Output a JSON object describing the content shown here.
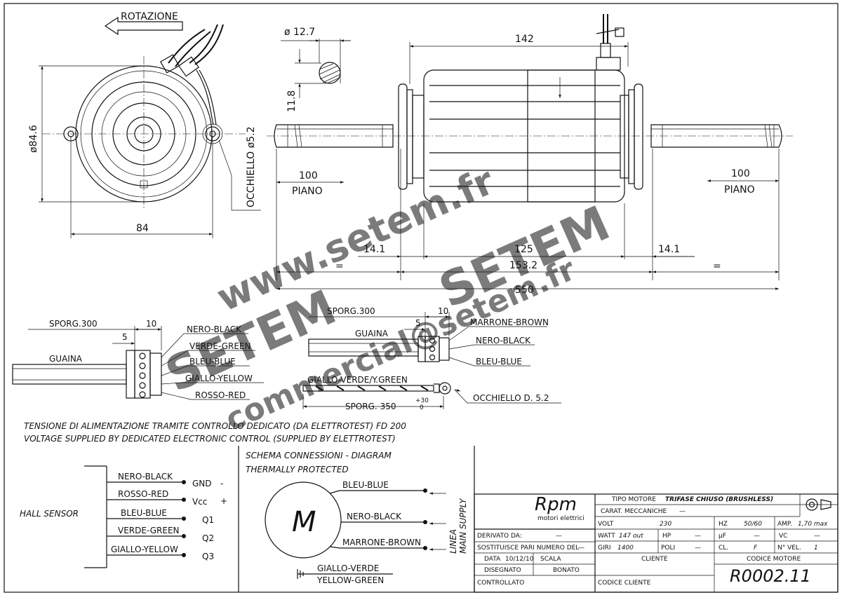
{
  "watermark": {
    "site": "www.setem.fr",
    "brand1": "SETEM",
    "brand2": "SETEM",
    "email": "commercial@setem.fr"
  },
  "front_view": {
    "rotation": "ROTAZIONE",
    "diameter": "ø84.6",
    "width": "84",
    "eyelet": "OCCHIELLO ø5.2"
  },
  "side_view": {
    "shaft_diameter": "ø 12.7",
    "flat": "11.8",
    "dim_142": "142",
    "dim_100_left": "100",
    "piano_left": "PIANO",
    "dim_100_right": "100",
    "piano_right": "PIANO",
    "dim_14_1_left": "14.1",
    "dim_125": "125",
    "dim_14_1_right": "14.1",
    "dim_153_2": "153.2",
    "dim_550": "550",
    "equal_left": "=",
    "equal_right": "="
  },
  "cable_left": {
    "sporg": "SPORG.300",
    "dim_10": "10",
    "dim_5": "5",
    "guaina": "GUAINA",
    "wires": [
      "NERO-BLACK",
      "VERDE-GREEN",
      "BLEU-BLUE",
      "GIALLO-YELLOW",
      "ROSSO-RED"
    ]
  },
  "cable_right": {
    "sporg": "SPORG.300",
    "dim_10": "10",
    "dim_5": "5",
    "guaina": "GUAINA",
    "wires": [
      "MARRONE-BROWN",
      "NERO-BLACK",
      "BLEU-BLUE"
    ],
    "ground": "GIALLO-VERDE/Y.GREEN",
    "sporg_350": "SPORG. 350",
    "tol_plus": "+30",
    "tol_zero": "0",
    "eyelet": "OCCHIELLO D. 5.2"
  },
  "notes": {
    "line1": "TENSIONE DI ALIMENTAZIONE TRAMITE CONTROLLO DEDICATO (DA ELETTROTEST) FD 200",
    "line2": "VOLTAGE SUPPLIED BY DEDICATED ELECTRONIC CONTROL (SUPPLIED BY ELETTROTEST)"
  },
  "hall": {
    "title": "HALL SENSOR",
    "wires": [
      "NERO-BLACK",
      "ROSSO-RED",
      "BLEU-BLUE",
      "VERDE-GREEN",
      "GIALLO-YELLOW"
    ],
    "signals": [
      "GND",
      "Vcc",
      "Q1",
      "Q2",
      "Q3"
    ],
    "sign_minus": "-",
    "sign_plus": "+"
  },
  "schema": {
    "title1": "SCHEMA CONNESSIONI - DIAGRAM",
    "title2": "THERMALLY PROTECTED",
    "motor": "M",
    "wires": [
      "BLEU-BLUE",
      "NERO-BLACK",
      "MARRONE-BROWN"
    ],
    "linea": "LINEA",
    "supply": "MAIN SUPPLY",
    "ground1": "GIALLO-VERDE",
    "ground2": "YELLOW-GREEN"
  },
  "title_block": {
    "logo": "Rpm",
    "logo_sub": "motori elettrici",
    "tipo_label": "TIPO MOTORE",
    "tipo_value": "TRIFASE CHIUSO (BRUSHLESS)",
    "carat_label": "CARAT. MECCANICHE",
    "carat_value": "—",
    "volt_label": "VOLT",
    "volt_value": "230",
    "hz_label": "HZ",
    "hz_value": "50/60",
    "amp_label": "AMP.",
    "amp_value": "1,70 max",
    "watt_label": "WATT",
    "watt_value": "147 out",
    "hp_label": "HP",
    "hp_value": "—",
    "uf_label": "µF",
    "uf_value": "—",
    "vc_label": "VC",
    "vc_value": "—",
    "giri_label": "GIRI",
    "giri_value": "1400",
    "poli_label": "POLI",
    "poli_value": "—",
    "cl_label": "CL.",
    "cl_value": "F",
    "nvel_label": "N° VEL.",
    "nvel_value": "1",
    "derivato_label": "DERIVATO DA:",
    "derivato_value": "—",
    "sostituisce_label": "SOSTITUISCE PARI NUMERO DEL",
    "sostituisce_value": "—",
    "data_label": "DATA",
    "data_value": "10/12/10",
    "scala_label": "SCALA",
    "disegnato_label": "DISEGNATO",
    "bonato": "BONATO",
    "controllato_label": "CONTROLLATO",
    "cliente_label": "CLIENTE",
    "codice_cliente_label": "CODICE CLIENTE",
    "codice_motore_label": "CODICE MOTORE",
    "codice_motore_value": "R0002.11"
  }
}
